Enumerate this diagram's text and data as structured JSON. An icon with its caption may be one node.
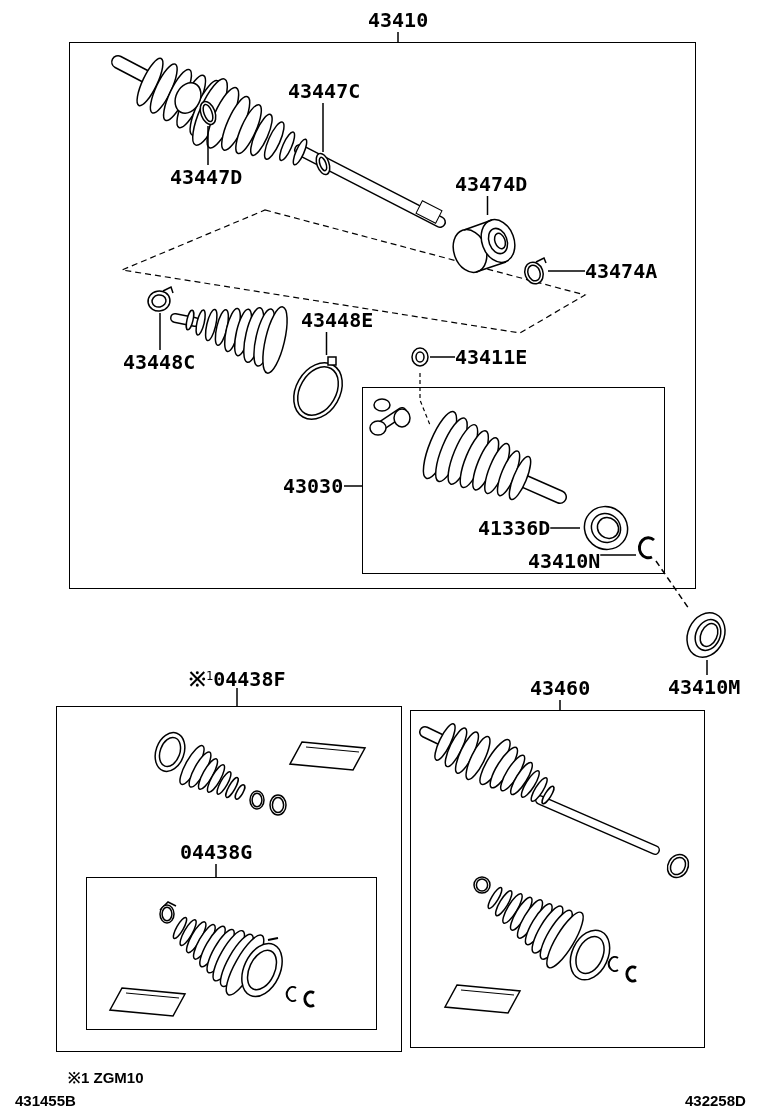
{
  "diagram": {
    "nodes": [
      {
        "text": [
          "43410"
        ]
      },
      {
        "text": [
          "43447C"
        ],
        "in": 0
      },
      {
        "text": [],
        "shape": "picture",
        "in": 0
      },
      {
        "text": [
          "43447D"
        ],
        "in": 0
      },
      {
        "text": [],
        "shape": "picture",
        "in": 0
      },
      {
        "text": [
          "43474D"
        ],
        "in": 0
      },
      {
        "text": [],
        "shape": "picture",
        "in": 0
      },
      {
        "text": [
          "43474A"
        ],
        "in": 0
      },
      {
        "text": [],
        "shape": "picture",
        "in": 0
      },
      {
        "text": [
          "43448C"
        ],
        "in": 0
      },
      {
        "text": [],
        "shape": "picture",
        "in": 0
      },
      {
        "text": [
          "43448E"
        ],
        "in": 0
      },
      {
        "text": [],
        "shape": "picture",
        "in": 0
      },
      {
        "text": [
          "43411E"
        ],
        "in": 0
      },
      {
        "text": [],
        "shape": "picture",
        "in": 0
      },
      {
        "text": [
          "43030"
        ],
        "in": 0
      },
      {
        "text": [
          "41336D"
        ],
        "in": 15
      },
      {
        "text": [],
        "shape": "picture",
        "in": 15
      },
      {
        "text": [
          "43410N"
        ],
        "in": 15
      },
      {
        "text": [],
        "shape": "picture",
        "in": 15
      },
      {
        "text": [
          "43410M"
        ]
      },
      {
        "text": [],
        "shape": "picture"
      },
      {
        "text": [
          "※$^{1}$04438F"
        ]
      },
      {
        "text": [
          "04438G"
        ],
        "in": 22
      },
      {
        "text": [
          "43460"
        ]
      }
    ],
    "edges": [
      {
        "from": 1,
        "to": 2,
        "arrow": "none"
      },
      {
        "from": 3,
        "to": 4,
        "arrow": "none"
      },
      {
        "from": 5,
        "to": 6,
        "arrow": "none"
      },
      {
        "from": 7,
        "to": 8,
        "arrow": "none"
      },
      {
        "from": 9,
        "to": 10,
        "arrow": "none"
      },
      {
        "from": 11,
        "to": 12,
        "arrow": "none"
      },
      {
        "from": 13,
        "to": 14,
        "arrow": "none"
      },
      {
        "from": 16,
        "to": 17,
        "arrow": "none"
      },
      {
        "from": 18,
        "to": 19,
        "arrow": "none"
      },
      {
        "from": 19,
        "to": 21,
        "arrow": "none",
        "style": "dashed"
      },
      {
        "from": 20,
        "to": 21,
        "arrow": "none"
      }
    ],
    "labels": [
      "※1 ZGM10",
      "431455B",
      "432258D"
    ]
  }
}
